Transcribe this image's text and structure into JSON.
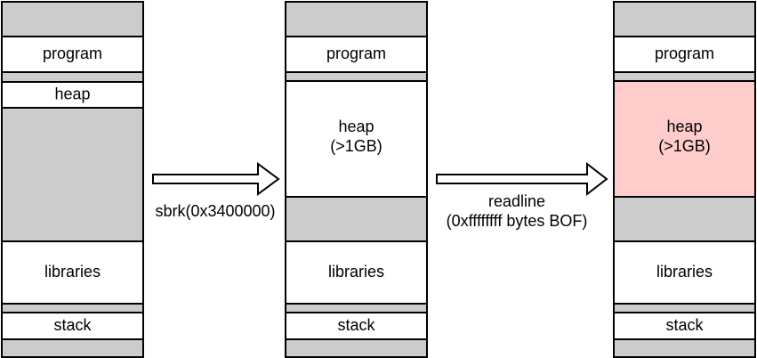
{
  "colors": {
    "free": "#cccccc",
    "used": "#ffffff",
    "highlight": "#ffcccc",
    "stroke": "#000000"
  },
  "columns": [
    {
      "segments": [
        {
          "label": "",
          "kind": "free"
        },
        {
          "label": "program",
          "kind": "used"
        },
        {
          "label": "",
          "kind": "free"
        },
        {
          "label": "heap",
          "kind": "used"
        },
        {
          "label": "",
          "kind": "free"
        },
        {
          "label": "libraries",
          "kind": "used"
        },
        {
          "label": "",
          "kind": "free"
        },
        {
          "label": "stack",
          "kind": "used"
        },
        {
          "label": "",
          "kind": "free"
        }
      ]
    },
    {
      "segments": [
        {
          "label": "",
          "kind": "free"
        },
        {
          "label": "program",
          "kind": "used"
        },
        {
          "label": "",
          "kind": "free"
        },
        {
          "label": "heap\n(>1GB)",
          "kind": "used"
        },
        {
          "label": "",
          "kind": "free"
        },
        {
          "label": "libraries",
          "kind": "used"
        },
        {
          "label": "",
          "kind": "free"
        },
        {
          "label": "stack",
          "kind": "used"
        },
        {
          "label": "",
          "kind": "free"
        }
      ]
    },
    {
      "segments": [
        {
          "label": "",
          "kind": "free"
        },
        {
          "label": "program",
          "kind": "used"
        },
        {
          "label": "",
          "kind": "free"
        },
        {
          "label": "heap\n(>1GB)",
          "kind": "highlight"
        },
        {
          "label": "",
          "kind": "free"
        },
        {
          "label": "libraries",
          "kind": "used"
        },
        {
          "label": "",
          "kind": "free"
        },
        {
          "label": "stack",
          "kind": "used"
        },
        {
          "label": "",
          "kind": "free"
        }
      ]
    }
  ],
  "arrows": [
    {
      "label": "sbrk(0x3400000)"
    },
    {
      "label": "readline\n(0xffffffff bytes BOF)"
    }
  ]
}
